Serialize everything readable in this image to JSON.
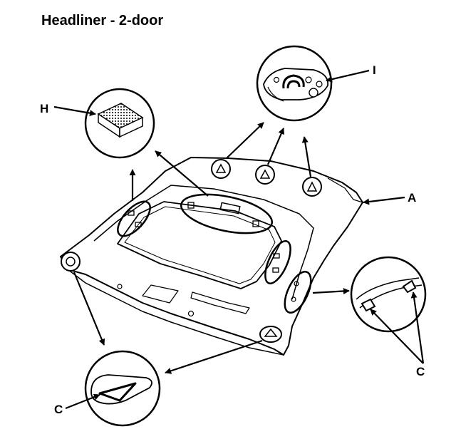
{
  "title": "Headliner - 2-door",
  "callouts": {
    "a": "A",
    "c_left": "C",
    "c_right": "C",
    "h": "H",
    "i": "I"
  },
  "colors": {
    "line": "#000000",
    "background": "#ffffff"
  }
}
